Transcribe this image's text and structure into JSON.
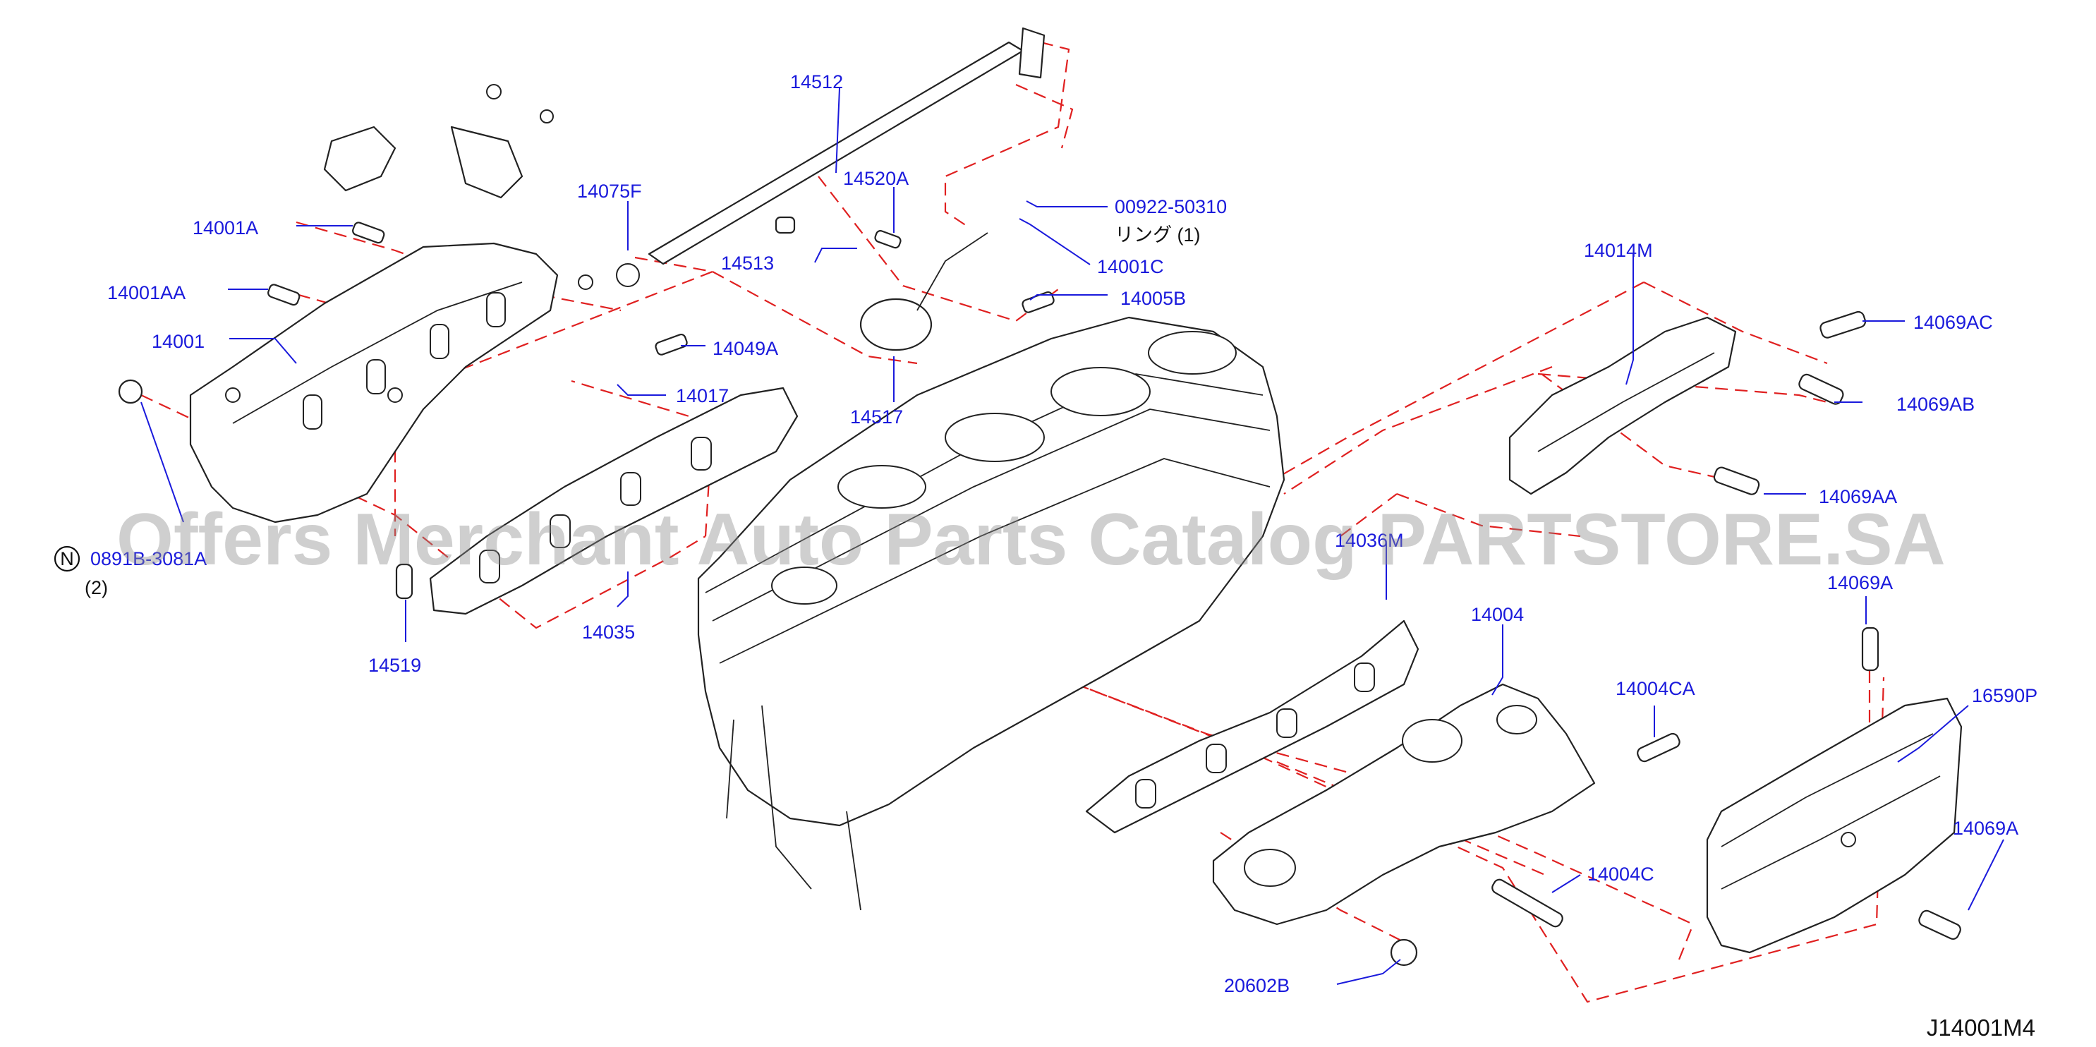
{
  "diagram": {
    "code": "J14001M4",
    "watermark": "Offers Merchant Auto Parts Catalog PARTSTORE.SA",
    "note_symbol": "N",
    "labels": {
      "p14512": "14512",
      "p14075F": "14075F",
      "p14520A": "14520A",
      "p00922_50310": "00922-50310",
      "ring_note": "リング (1)",
      "p14001A": "14001A",
      "p14513": "14513",
      "p14001C": "14001C",
      "p14001AA": "14001AA",
      "p14005B": "14005B",
      "p14014M": "14014M",
      "p14001": "14001",
      "p14049A": "14049A",
      "p14069AC": "14069AC",
      "p14017": "14017",
      "p14517": "14517",
      "p14069AB": "14069AB",
      "p14069AA": "14069AA",
      "p08918": "0891B-3081A",
      "qty2": "(2)",
      "p14036M": "14036M",
      "p14035": "14035",
      "p14069A_top": "14069A",
      "p14519": "14519",
      "p14004": "14004",
      "p14004CA": "14004CA",
      "p16590P": "16590P",
      "p14069A_bottom": "14069A",
      "p14004C": "14004C",
      "p20602B": "20602B"
    }
  }
}
